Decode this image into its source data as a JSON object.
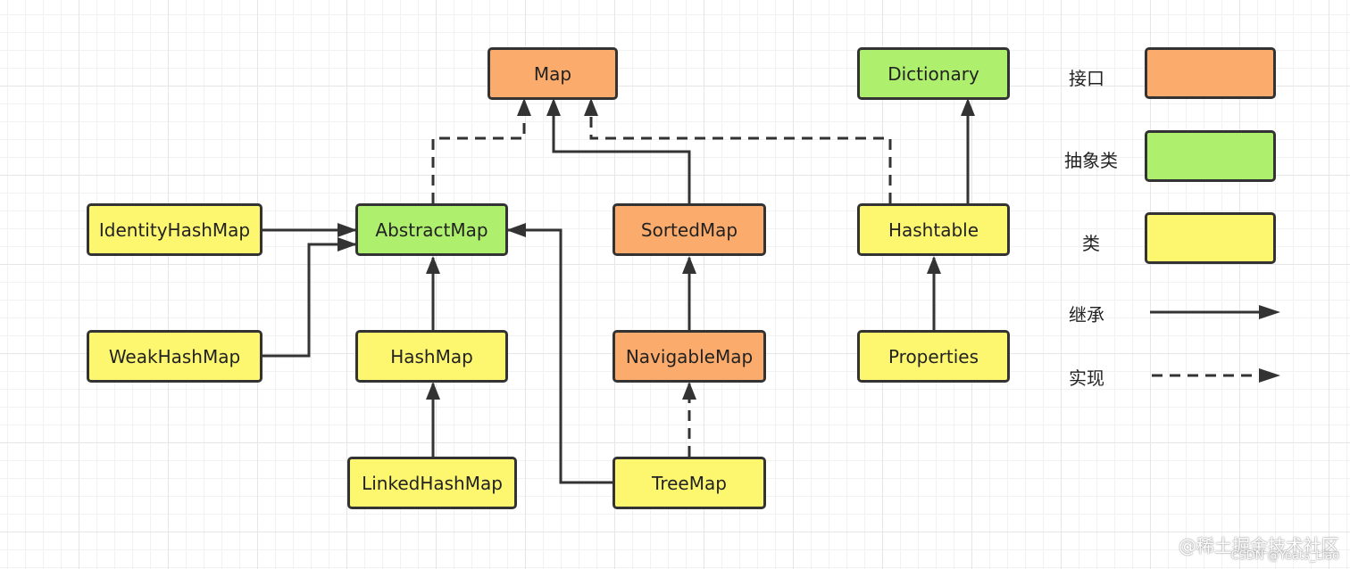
{
  "colors": {
    "interface": "#fbab6b",
    "abstract_class": "#aef06e",
    "class": "#fdf770",
    "stroke": "#333333"
  },
  "nodes": {
    "map": "Map",
    "dictionary": "Dictionary",
    "identity_hash_map": "IdentityHashMap",
    "abstract_map": "AbstractMap",
    "sorted_map": "SortedMap",
    "hashtable": "Hashtable",
    "weak_hash_map": "WeakHashMap",
    "hash_map": "HashMap",
    "navigable_map": "NavigableMap",
    "properties": "Properties",
    "linked_hash_map": "LinkedHashMap",
    "tree_map": "TreeMap"
  },
  "node_kinds": {
    "map": "interface",
    "dictionary": "abstract_class",
    "identity_hash_map": "class",
    "abstract_map": "abstract_class",
    "sorted_map": "interface",
    "hashtable": "class",
    "weak_hash_map": "class",
    "hash_map": "class",
    "navigable_map": "interface",
    "properties": "class",
    "linked_hash_map": "class",
    "tree_map": "class"
  },
  "edges": [
    {
      "from": "abstract_map",
      "to": "map",
      "type": "implements"
    },
    {
      "from": "sorted_map",
      "to": "map",
      "type": "extends"
    },
    {
      "from": "hashtable",
      "to": "map",
      "type": "implements"
    },
    {
      "from": "hashtable",
      "to": "dictionary",
      "type": "extends"
    },
    {
      "from": "identity_hash_map",
      "to": "abstract_map",
      "type": "extends"
    },
    {
      "from": "weak_hash_map",
      "to": "abstract_map",
      "type": "extends"
    },
    {
      "from": "tree_map",
      "to": "abstract_map",
      "type": "extends"
    },
    {
      "from": "hash_map",
      "to": "abstract_map",
      "type": "extends"
    },
    {
      "from": "linked_hash_map",
      "to": "hash_map",
      "type": "extends"
    },
    {
      "from": "navigable_map",
      "to": "sorted_map",
      "type": "extends"
    },
    {
      "from": "tree_map",
      "to": "navigable_map",
      "type": "implements"
    },
    {
      "from": "properties",
      "to": "hashtable",
      "type": "extends"
    }
  ],
  "legend": {
    "interface": "接口",
    "abstract_class": "抽象类",
    "class": "类",
    "extends": "继承",
    "implements": "实现"
  },
  "watermark": {
    "line1": "@稀土掘金技术社区",
    "line2": "CSDN @Yeats_Liao"
  }
}
